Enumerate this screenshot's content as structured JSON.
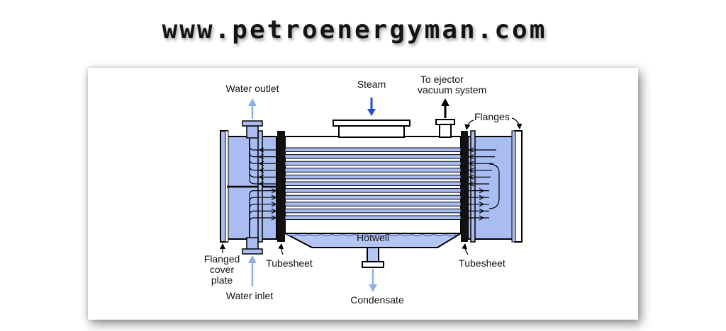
{
  "site_url": "www.petroenergyman.com",
  "labels": {
    "water_outlet": "Water outlet",
    "steam": "Steam",
    "ejector_line1": "To ejector",
    "ejector_line2": "vacuum system",
    "flanges": "Flanges",
    "hotwell": "Hotwell",
    "flanged_line1": "Flanged",
    "flanged_line2": "cover",
    "flanged_line3": "plate",
    "tubesheet_left": "Tubesheet",
    "tubesheet_right": "Tubesheet",
    "water_inlet": "Water inlet",
    "condensate": "Condensate"
  },
  "colors": {
    "water": "#a9bdf2",
    "hotwell_water": "#b5c6f5",
    "steam_arrow": "#1f4fd1",
    "light_arrow": "#8fb0e6",
    "outline": "#000000"
  },
  "tube_count": 11
}
